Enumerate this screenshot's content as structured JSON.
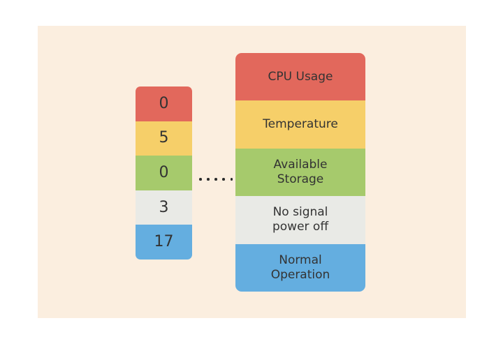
{
  "page": {
    "background_color": "#ffffff",
    "panel_color": "#fbeedf"
  },
  "colors": {
    "red": "#e2685c",
    "yellow": "#f6cf69",
    "green": "#a6ca6c",
    "gray": "#e9eae6",
    "blue": "#64aee0",
    "text": "#333333",
    "dot": "#2b2b2b"
  },
  "value_column": {
    "name": "metric-values",
    "cells": [
      {
        "value": "0",
        "color": "#e2685c"
      },
      {
        "value": "5",
        "color": "#f6cf69"
      },
      {
        "value": "0",
        "color": "#a6ca6c"
      },
      {
        "value": "3",
        "color": "#e9eae6"
      },
      {
        "value": "17",
        "color": "#64aee0"
      }
    ]
  },
  "label_column": {
    "name": "metric-labels",
    "cells": [
      {
        "label": "CPU Usage",
        "color": "#e2685c"
      },
      {
        "label": "Temperature",
        "color": "#f6cf69"
      },
      {
        "label": "Available\nStorage",
        "color": "#a6ca6c"
      },
      {
        "label": "No signal\npower off",
        "color": "#e9eae6"
      },
      {
        "label": "Normal\nOperation",
        "color": "#64aee0"
      }
    ]
  },
  "connector": {
    "name": "dotted-connector",
    "dot_count": 5,
    "dot_color": "#2b2b2b"
  }
}
